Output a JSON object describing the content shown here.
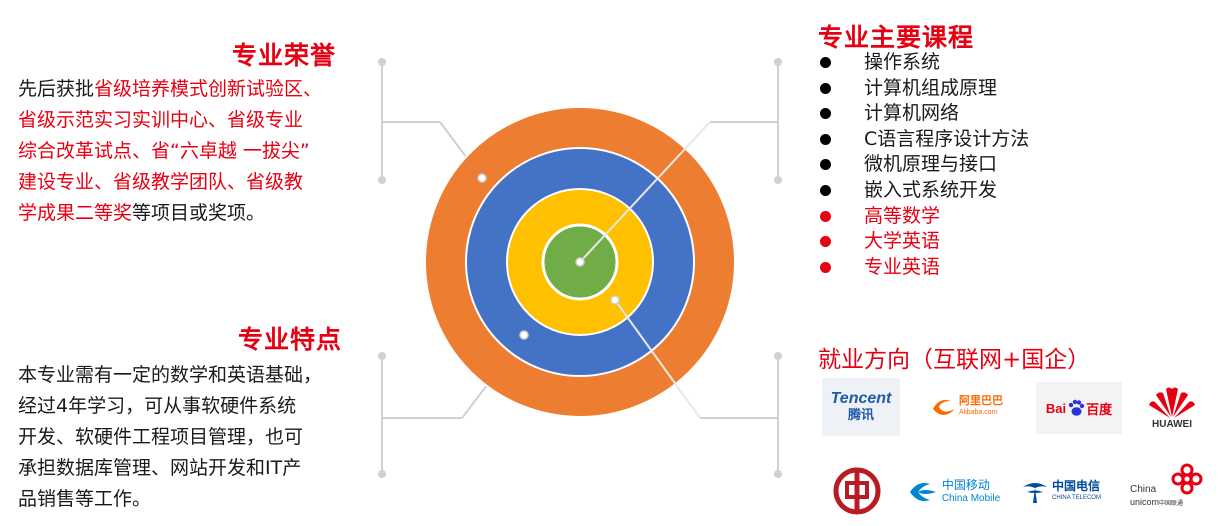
{
  "honor": {
    "title": "专业荣誉",
    "lines": [
      [
        {
          "t": "先后获批",
          "c": "black"
        },
        {
          "t": "省级培养模式创新试验区、",
          "c": "red"
        }
      ],
      [
        {
          "t": "省级示范实习实训中心、省级专业",
          "c": "red"
        }
      ],
      [
        {
          "t": "综合改革试点、省“六卓越 一拔尖”",
          "c": "red"
        }
      ],
      [
        {
          "t": "建设专业、省级教学团队、省级教",
          "c": "red"
        }
      ],
      [
        {
          "t": "学成果二等奖",
          "c": "red"
        },
        {
          "t": "等项目或奖项。",
          "c": "black"
        }
      ]
    ]
  },
  "features": {
    "title": "专业特点",
    "lines": [
      "本专业需有一定的数学和英语基础，",
      "经过4年学习，可从事软硬件系统",
      "开发、软硬件工程项目管理，也可",
      "承担数据库管理、网站开发和IT产",
      "品销售等工作。"
    ]
  },
  "courses": {
    "title": "专业主要课程",
    "items": [
      {
        "label": "操作系统",
        "color": "#000000"
      },
      {
        "label": "计算机组成原理",
        "color": "#000000"
      },
      {
        "label": "计算机网络",
        "color": "#000000"
      },
      {
        "label": "C语言程序设计方法",
        "color": "#000000"
      },
      {
        "label": "微机原理与接口",
        "color": "#000000"
      },
      {
        "label": "嵌入式系统开发",
        "color": "#000000"
      },
      {
        "label": "高等数学",
        "color": "#e60012"
      },
      {
        "label": "大学英语",
        "color": "#e60012"
      },
      {
        "label": "专业英语",
        "color": "#e60012"
      }
    ]
  },
  "employment": {
    "title": "就业方向（互联网+国企）",
    "logos": {
      "tencent_en": "Tencent",
      "tencent_cn": "腾讯",
      "alibaba_cn": "阿里巴巴",
      "alibaba_en": "Alibaba.com",
      "baidu_en": "Bai",
      "baidu_cn": "百度",
      "huawei": "HUAWEI",
      "cmcc_cn": "中国移动",
      "cmcc_en": "China Mobile",
      "telecom_cn": "中国电信",
      "telecom_en": "CHINA TELECOM",
      "unicom_en1": "China",
      "unicom_en2": "unicom",
      "unicom_cn": "中国联通"
    }
  },
  "colors": {
    "accent_red": "#e60012",
    "ring_orange": "#ed7d31",
    "ring_blue": "#4472c4",
    "ring_yellow": "#ffc000",
    "core_green": "#70ad47",
    "connector_gray": "#d0d0d0"
  }
}
